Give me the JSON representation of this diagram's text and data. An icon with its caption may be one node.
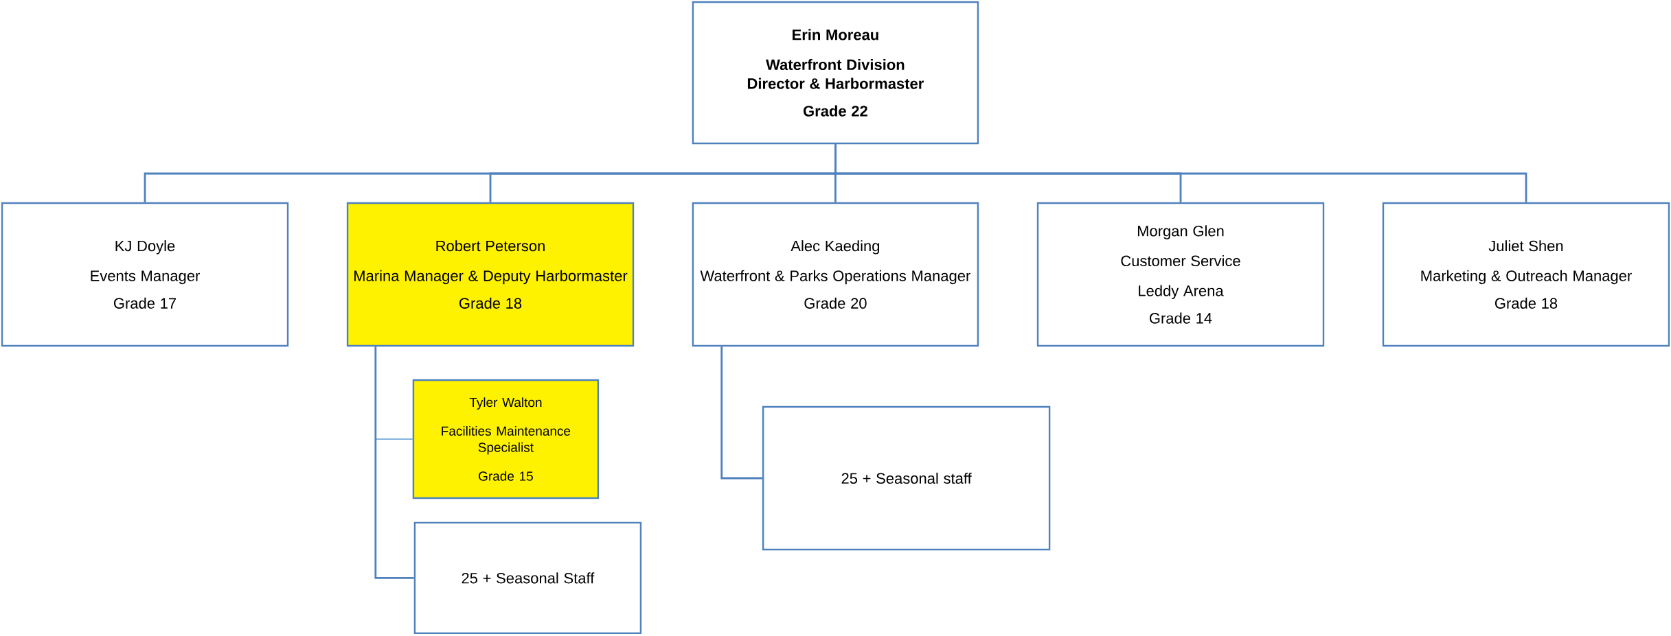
{
  "diagram": {
    "nodes": [
      {
        "text": [
          "Erin Moreau",
          "Waterfront Division Director & Harbormaster",
          "Grade 22"
        ]
      },
      {
        "text": [
          "KJ Doyle",
          "Events Manager",
          "Grade 17"
        ]
      },
      {
        "text": [
          "Robert Peterson",
          "Marina Manager & Deputy Harbormaster",
          "Grade 18"
        ]
      },
      {
        "text": [
          "Alec Kaeding",
          "Waterfront & Parks Operations Manager",
          "Grade 20"
        ]
      },
      {
        "text": [
          "Morgan Glen",
          "Customer Service",
          "Leddy Arena",
          "Grade 14"
        ]
      },
      {
        "text": [
          "Juliet Shen",
          "Marketing & Outreach Manager",
          "Grade 18"
        ]
      },
      {
        "text": [
          "Tyler Walton",
          "Facilities Maintenance Specialist",
          "Grade 15"
        ]
      },
      {
        "text": [
          "25 + Seasonal Staff"
        ]
      },
      {
        "text": [
          "25 + Seasonal staff"
        ]
      }
    ],
    "edges": [
      {
        "from": 0,
        "to": 1,
        "arrow": "none"
      },
      {
        "from": 0,
        "to": 2,
        "arrow": "none"
      },
      {
        "from": 0,
        "to": 3,
        "arrow": "none"
      },
      {
        "from": 0,
        "to": 4,
        "arrow": "none"
      },
      {
        "from": 0,
        "to": 5,
        "arrow": "none"
      },
      {
        "from": 2,
        "to": 6,
        "arrow": "none",
        "color": "#5b9bd5"
      },
      {
        "from": 2,
        "to": 7,
        "arrow": "none"
      },
      {
        "from": 3,
        "to": 8,
        "arrow": "none"
      }
    ]
  }
}
